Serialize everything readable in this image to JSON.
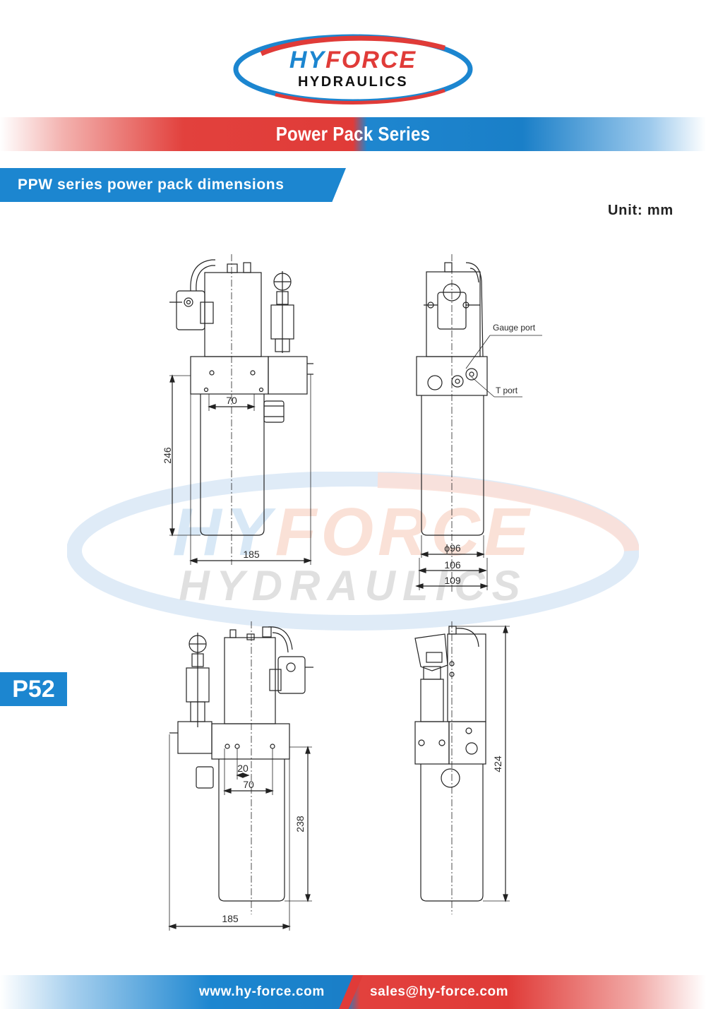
{
  "brand": {
    "name_top": "HYFORCE",
    "name_top_part1": "HY",
    "name_top_part2": "FORCE",
    "name_bottom": "HYDRAULICS",
    "colors": {
      "red": "#e03b38",
      "blue": "#1c86d0",
      "dark": "#111111"
    }
  },
  "header": {
    "series_title": "Power Pack Series",
    "section_title": "PPW series power pack dimensions",
    "unit": "Unit: mm"
  },
  "page": {
    "number": "P52"
  },
  "drawings": {
    "top_front": {
      "height": "246",
      "spacing": "70",
      "width": "185"
    },
    "top_side": {
      "gauge_port": "Gauge port",
      "t_port": "T port",
      "diameter": "ϕ96",
      "width_inner": "106",
      "width_outer": "109"
    },
    "bottom_front": {
      "spacing_small": "20",
      "spacing": "70",
      "height": "238",
      "width": "185"
    },
    "bottom_side": {
      "height_total": "424"
    }
  },
  "footer": {
    "website": "www.hy-force.com",
    "email": "sales@hy-force.com"
  }
}
